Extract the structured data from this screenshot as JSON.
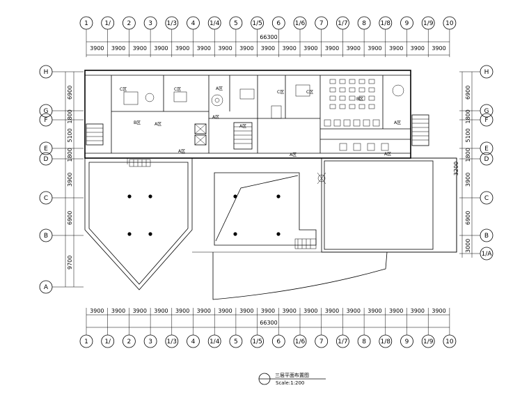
{
  "top_axes": [
    "1",
    "1/",
    "2",
    "3",
    "1/3",
    "4",
    "1/4",
    "5",
    "1/5",
    "6",
    "1/6",
    "7",
    "1/7",
    "8",
    "1/8",
    "9",
    "1/9",
    "10"
  ],
  "bottom_axes": [
    "1",
    "1/",
    "2",
    "3",
    "1/3",
    "4",
    "1/4",
    "5",
    "1/5",
    "6",
    "1/6",
    "7",
    "1/7",
    "8",
    "1/8",
    "9",
    "1/9",
    "10"
  ],
  "overall_dim": "66300",
  "bay_dims": [
    "3900",
    "3900",
    "3900",
    "3900",
    "3900",
    "3900",
    "3900",
    "3900",
    "3900",
    "3900",
    "3900",
    "3900",
    "3900",
    "3900",
    "3900",
    "3900",
    "3900"
  ],
  "left_axes": [
    "H",
    "G",
    "F",
    "E",
    "D",
    "C",
    "B",
    "A"
  ],
  "right_axes": [
    "H",
    "G",
    "F",
    "E",
    "D",
    "C",
    "B",
    "1/A"
  ],
  "left_dims": [
    "6900",
    "1800",
    "5100",
    "1800",
    "3900",
    "6900",
    "9700"
  ],
  "right_dims": [
    "6900",
    "1800",
    "5100",
    "1800",
    "3900",
    "6900",
    "3000"
  ],
  "right_extra_dim": "3200",
  "room_labels": [
    "A区",
    "C区",
    "B区",
    "A区",
    "C区",
    "A区",
    "B区",
    "A区",
    "A区",
    "A区",
    "A区",
    "A区",
    "C区",
    "C区"
  ],
  "drawing_title": "三层平面布置图",
  "scale_text": "Scale:1:200"
}
